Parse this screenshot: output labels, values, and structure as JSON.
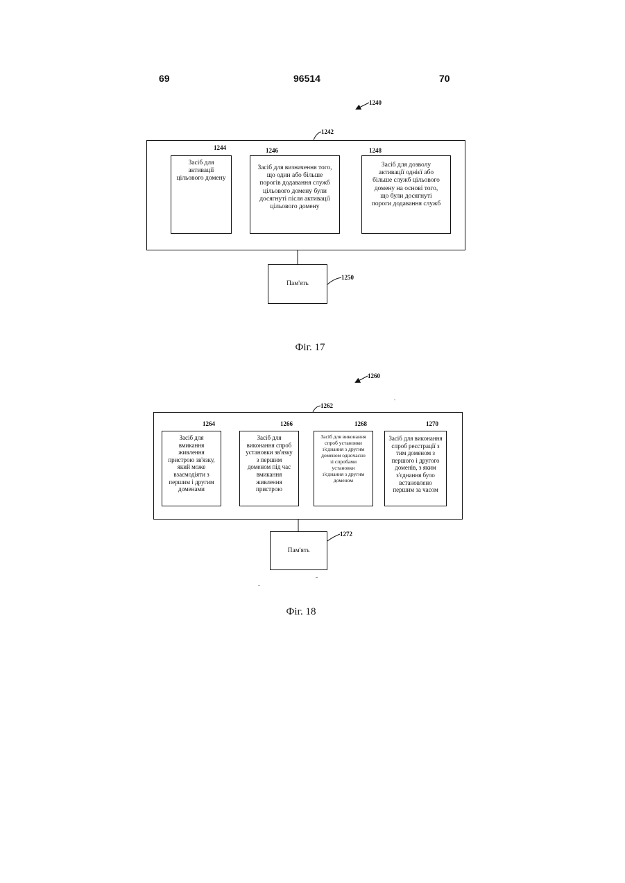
{
  "header": {
    "left_page": "69",
    "patent_number": "96514",
    "right_page": "70"
  },
  "fig17": {
    "caption": "Фіг. 17",
    "refs": {
      "overall": "1240",
      "container": "1242",
      "box1": "1244",
      "box2": "1246",
      "box3": "1248",
      "memory": "1250"
    },
    "boxes": [
      "Засіб для\nактивації\nцільового домену",
      "Засіб для визначення того,\nщо один або більше\nпорогів додавання служб\nцільового домену були\nдосягнуті після активації\nцільового домену",
      "Засіб для дозволу\nактивації однієї або\nбільше служб цільового\nдомену на основі того,\nщо були досягнуті\nпороги додавання служб"
    ],
    "memory": "Пам'ять"
  },
  "fig18": {
    "caption": "Фіг. 18",
    "refs": {
      "overall": "1260",
      "container": "1262",
      "box1": "1264",
      "box2": "1266",
      "box3": "1268",
      "box4": "1270",
      "memory": "1272"
    },
    "boxes": [
      "Засіб для\nвмикання\nживлення\nпристрою зв'язку,\nякий може\nвзаємодіяти з\nпершим і другим\nдоменами",
      "Засіб для\nвиконання спроб\nустановки зв'язку\nз першим\nдоменом під час\nвмикання\nживлення\nпристрою",
      "Засіб для виконання\nспроб установки\nз'єднання з другим\nдоменом одночасно\nзі спробами\nустановки\nз'єднання з другим\nдоменом",
      "Засіб для виконання\nспроб реєстрації з\nтим доменом з\nпершого і другого\nдоменів, з яким\nз'єднання було\nвстановлено\nпершим за часом"
    ],
    "memory": "Пам'ять"
  }
}
